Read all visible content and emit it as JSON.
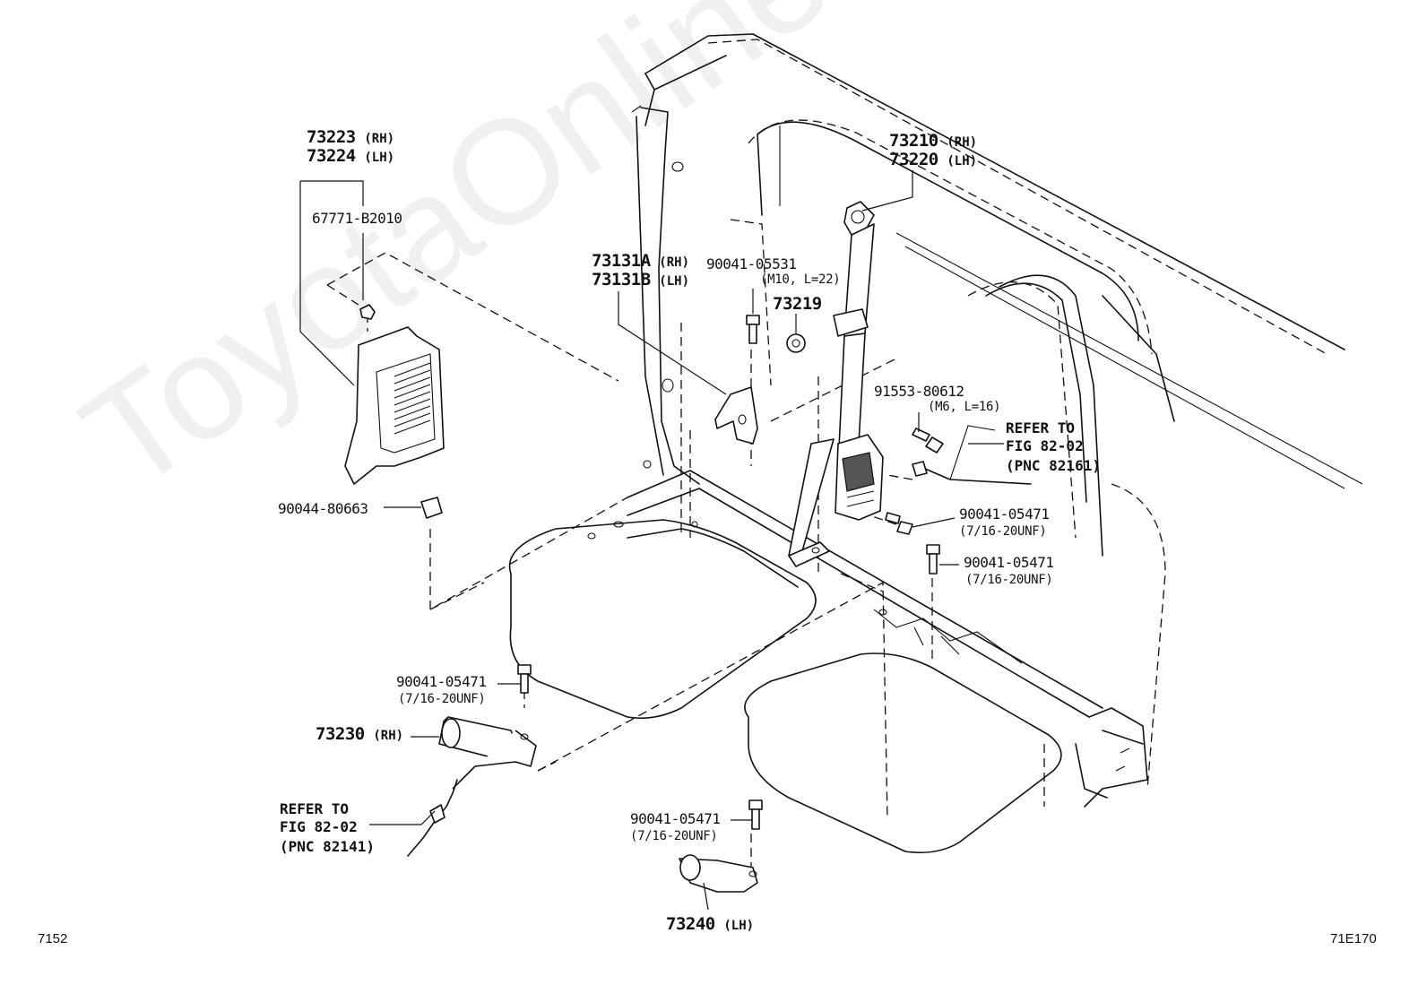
{
  "watermark": "ToyotaOnline.ru",
  "footer": {
    "left_code": "7152",
    "right_code": "71E170"
  },
  "parts": {
    "p73223": "73223",
    "p73223_side": "(RH)",
    "p73224": "73224",
    "p73224_side": "(LH)",
    "p67771": "67771-B2010",
    "p90044": "90044-80663",
    "p73131a": "73131A",
    "p73131a_side": "(RH)",
    "p73131b": "73131B",
    "p73131b_side": "(LH)",
    "p90041_05531": "90041-05531",
    "p90041_05531_spec": "(M10, L=22)",
    "p73219": "73219",
    "p73210": "73210",
    "p73210_side": "(RH)",
    "p73220": "73220",
    "p73220_side": "(LH)",
    "p91553": "91553-80612",
    "p91553_spec": "(M6, L=16)",
    "p90041_a": "90041-05471",
    "p90041_a_spec": "(7/16-20UNF)",
    "p90041_b": "90041-05471",
    "p90041_b_spec": "(7/16-20UNF)",
    "p90041_c": "90041-05471",
    "p90041_c_spec": "(7/16-20UNF)",
    "p90041_d": "90041-05471",
    "p90041_d_spec": "(7/16-20UNF)",
    "p73230": "73230",
    "p73230_side": "(RH)",
    "p73240": "73240",
    "p73240_side": "(LH)"
  },
  "refs": {
    "right": {
      "line1": "REFER TO",
      "line2": "FIG 82-02",
      "line3": "(PNC 82161)"
    },
    "left": {
      "line1": "REFER TO",
      "line2": "FIG 82-02",
      "line3": "(PNC 82141)"
    }
  }
}
